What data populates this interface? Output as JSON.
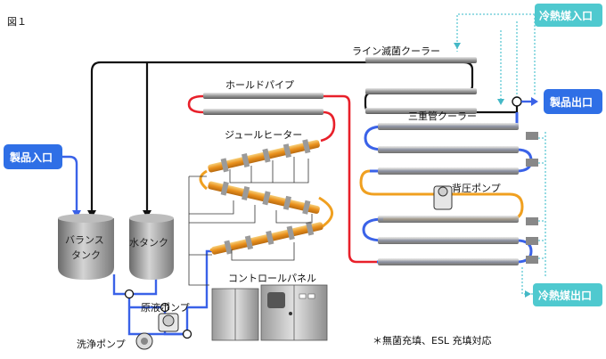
{
  "figure_label": "図１",
  "labels": {
    "line_sterilization_cooler": "ライン滅菌クーラー",
    "hold_pipe": "ホールドパイプ",
    "joule_heater": "ジュールヒーター",
    "triple_tube_cooler": "三重管クーラー",
    "back_pressure_pump": "背圧ポンプ",
    "control_panel": "コントロールパネル",
    "raw_liquid_pump": "原液ポンプ",
    "washing_pump": "洗浄ポンプ",
    "note": "＊無菌充填、ESL 充填対応"
  },
  "tanks": {
    "balance_line1": "バランス",
    "balance_line2": "タンク",
    "water": "水タンク"
  },
  "badges": {
    "product_in": "製品入口",
    "product_out": "製品出口",
    "coolant_in": "冷熱媒入口",
    "coolant_out": "冷熱媒出口"
  },
  "colors": {
    "product_blue": "#3a62e8",
    "hot_red": "#e8202a",
    "heater_orange": "#f0a020",
    "coolant_cyan": "#5ec8d4",
    "badge_blue": "#2f6fe6",
    "badge_cyan": "#4fc9cf"
  }
}
